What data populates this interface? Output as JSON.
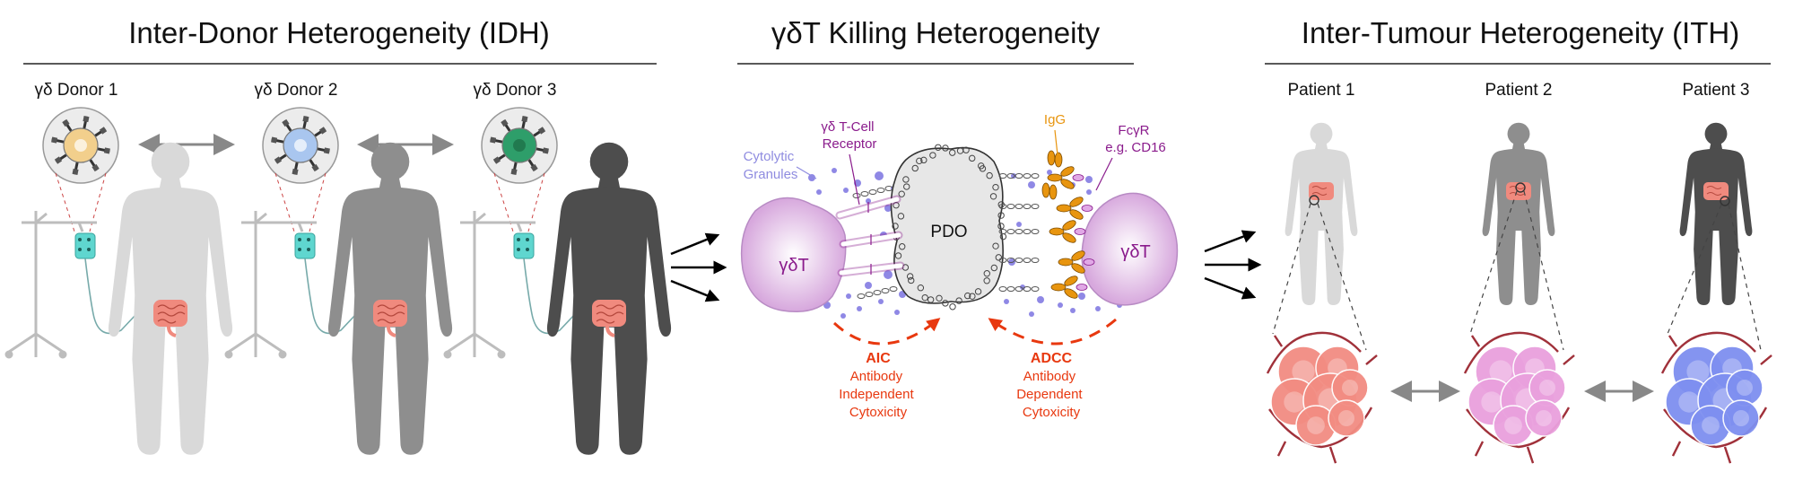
{
  "panels": {
    "idh": {
      "title": "Inter-Donor Heterogeneity (IDH)",
      "donors": [
        "γδ Donor 1",
        "γδ Donor 2",
        "γδ Donor 3"
      ]
    },
    "killing": {
      "title": "γδT Killing Heterogeneity",
      "left_cell": "γδT",
      "right_cell": "γδT",
      "center": "PDO",
      "label_granules": "Cytolytic\nGranules",
      "label_receptor": "γδ T-Cell\nReceptor",
      "label_igg": "IgG",
      "label_fcr": "FcγR\ne.g. CD16",
      "aic_title": "AIC",
      "aic_desc": "Antibody\nIndependent\nCytoxicity",
      "adcc_title": "ADCC",
      "adcc_desc": "Antibody\nDependent\nCytoxicity"
    },
    "ith": {
      "title": "Inter-Tumour Heterogeneity (ITH)",
      "patients": [
        "Patient 1",
        "Patient 2",
        "Patient 3"
      ]
    }
  },
  "colors": {
    "donor_cells": [
      "#f2cf8c",
      "#a9c6ef",
      "#2e9e6a"
    ],
    "body_shades": [
      "#d9d9d9",
      "#8e8e8e",
      "#4d4d4d"
    ],
    "tumours": [
      "#f28c82",
      "#e9a0dd",
      "#7e8ff0"
    ],
    "purple_text": "#8a1b8c",
    "granule": "#7b73e0",
    "orange": "#e8950f",
    "red": "#e8380f",
    "intestine": "#f08a7e",
    "vessel": "#a0313a"
  }
}
